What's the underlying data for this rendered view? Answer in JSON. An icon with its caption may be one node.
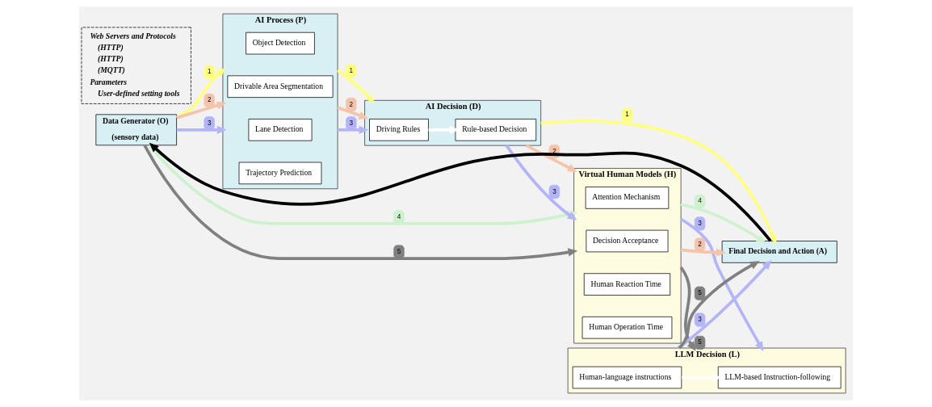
{
  "diagram": {
    "nodes": [
      {
        "text": [
          "Data Generator (O)",
          "(sensory data)"
        ]
      },
      {
        "text": [
          "AI Process (P)"
        ]
      },
      {
        "text": [
          "Object Detection"
        ],
        "in": 1
      },
      {
        "text": [
          "Drivable Area Segmentation"
        ],
        "in": 1
      },
      {
        "text": [
          "Lane Detection"
        ],
        "in": 1
      },
      {
        "text": [
          "Trajectory Prediction"
        ],
        "in": 1
      },
      {
        "text": [
          "AI Decision (D)"
        ]
      },
      {
        "text": [
          "Driving Rules"
        ],
        "in": 6
      },
      {
        "text": [
          "Rule-based Decision"
        ],
        "in": 6
      },
      {
        "text": [
          "Final Decision and Action (A)"
        ]
      },
      {
        "text": [
          "Web Servers and Protocols",
          "(HTTP)",
          "(HTTP)",
          "(MQTT)",
          "Parameters",
          "User-defined setting tools"
        ]
      },
      {
        "text": [
          "Virtual Human Models (H)"
        ]
      },
      {
        "text": [
          "Attention Mechanism"
        ],
        "in": 11
      },
      {
        "text": [
          "Decision Acceptance"
        ],
        "in": 11
      },
      {
        "text": [
          "Human Reaction Time"
        ],
        "in": 11
      },
      {
        "text": [
          "Human Operation Time"
        ],
        "in": 11
      },
      {
        "text": [
          "LLM Decision (L)"
        ]
      },
      {
        "text": [
          "LLM-based Instruction-following"
        ],
        "in": 16
      },
      {
        "text": [
          "Human-language instructions"
        ],
        "in": 16
      }
    ],
    "edges": [
      {
        "from": 0,
        "to": 1,
        "arrow": "to",
        "label": "1",
        "color": "#ffff80"
      },
      {
        "from": 0,
        "to": 1,
        "arrow": "to",
        "label": "2",
        "color": "#f4c4ac"
      },
      {
        "from": 0,
        "to": 1,
        "arrow": "to",
        "label": "3",
        "color": "#b4b4f8"
      },
      {
        "from": 1,
        "to": 6,
        "arrow": "to",
        "label": "1",
        "color": "#ffff80"
      },
      {
        "from": 1,
        "to": 6,
        "arrow": "to",
        "label": "2",
        "color": "#f4c4ac"
      },
      {
        "from": 1,
        "to": 6,
        "arrow": "to",
        "label": "3",
        "color": "#b4b4f8"
      },
      {
        "from": 7,
        "to": 8,
        "arrow": "to",
        "color": "#ffffff"
      },
      {
        "from": 6,
        "to": 9,
        "arrow": "to",
        "label": "1",
        "color": "#ffff80"
      },
      {
        "from": 6,
        "to": 11,
        "arrow": "to",
        "label": "2",
        "color": "#f4c4ac"
      },
      {
        "from": 6,
        "to": 11,
        "arrow": "to",
        "label": "3",
        "color": "#b4b4f8"
      },
      {
        "from": 0,
        "to": 11,
        "arrow": "to",
        "label": "4",
        "color": "#cdf2cd"
      },
      {
        "from": 0,
        "to": 11,
        "arrow": "to",
        "label": "5",
        "color": "#808080"
      },
      {
        "from": 11,
        "to": 9,
        "arrow": "to",
        "label": "4",
        "color": "#cdf2cd"
      },
      {
        "from": 11,
        "to": 9,
        "arrow": "to",
        "label": "2",
        "color": "#f4c4ac"
      },
      {
        "from": 11,
        "to": 16,
        "arrow": "to",
        "label": "3",
        "color": "#b4b4f8"
      },
      {
        "from": 11,
        "to": 16,
        "arrow": "to",
        "label": "5",
        "color": "#808080"
      },
      {
        "from": 18,
        "to": 17,
        "arrow": "to",
        "color": "#ffffff"
      },
      {
        "from": 16,
        "to": 9,
        "arrow": "to",
        "label": "3",
        "color": "#b4b4f8"
      },
      {
        "from": 16,
        "to": 9,
        "arrow": "to",
        "label": "5",
        "color": "#808080"
      },
      {
        "from": 9,
        "to": 0,
        "arrow": "to",
        "color": "#000000"
      }
    ]
  }
}
